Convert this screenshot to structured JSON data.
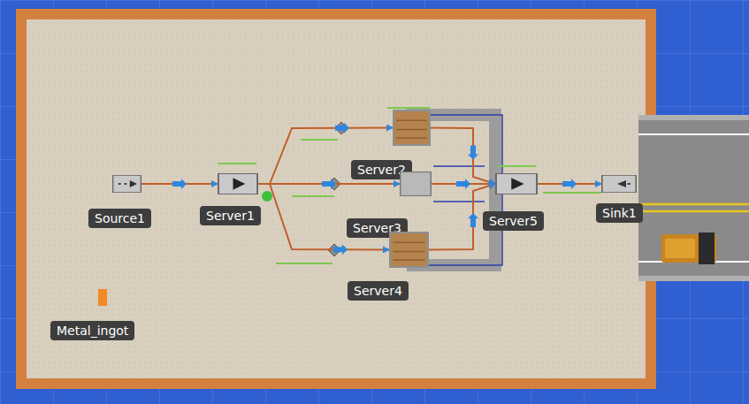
{
  "diagram": {
    "nodes": [
      {
        "text": [
          "Source1"
        ]
      },
      {
        "text": [
          "Server1"
        ]
      },
      {
        "text": [
          "Server2"
        ]
      },
      {
        "text": [
          "Server3"
        ]
      },
      {
        "text": [
          "Server4"
        ]
      },
      {
        "text": [
          "Server5"
        ]
      },
      {
        "text": [
          "Sink1"
        ]
      },
      {
        "text": [
          "Metal_ingot"
        ]
      }
    ],
    "edges": [
      {
        "from": 0,
        "to": 1,
        "arrow": "to"
      },
      {
        "from": 1,
        "to": 2,
        "arrow": "to"
      },
      {
        "from": 1,
        "to": 3,
        "arrow": "to"
      },
      {
        "from": 1,
        "to": 4,
        "arrow": "to"
      },
      {
        "from": 2,
        "to": 5,
        "arrow": "to"
      },
      {
        "from": 3,
        "to": 5,
        "arrow": "to"
      },
      {
        "from": 4,
        "to": 5,
        "arrow": "to"
      },
      {
        "from": 5,
        "to": 6,
        "arrow": "to"
      }
    ]
  }
}
